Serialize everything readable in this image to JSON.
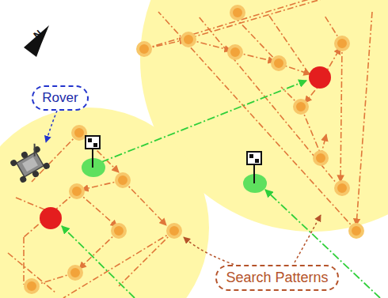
{
  "diagram": {
    "nodes": [
      {
        "text": [
          "Rover"
        ]
      },
      {
        "text": [
          "Search Patterns"
        ]
      }
    ],
    "labels": [
      "N"
    ]
  }
}
